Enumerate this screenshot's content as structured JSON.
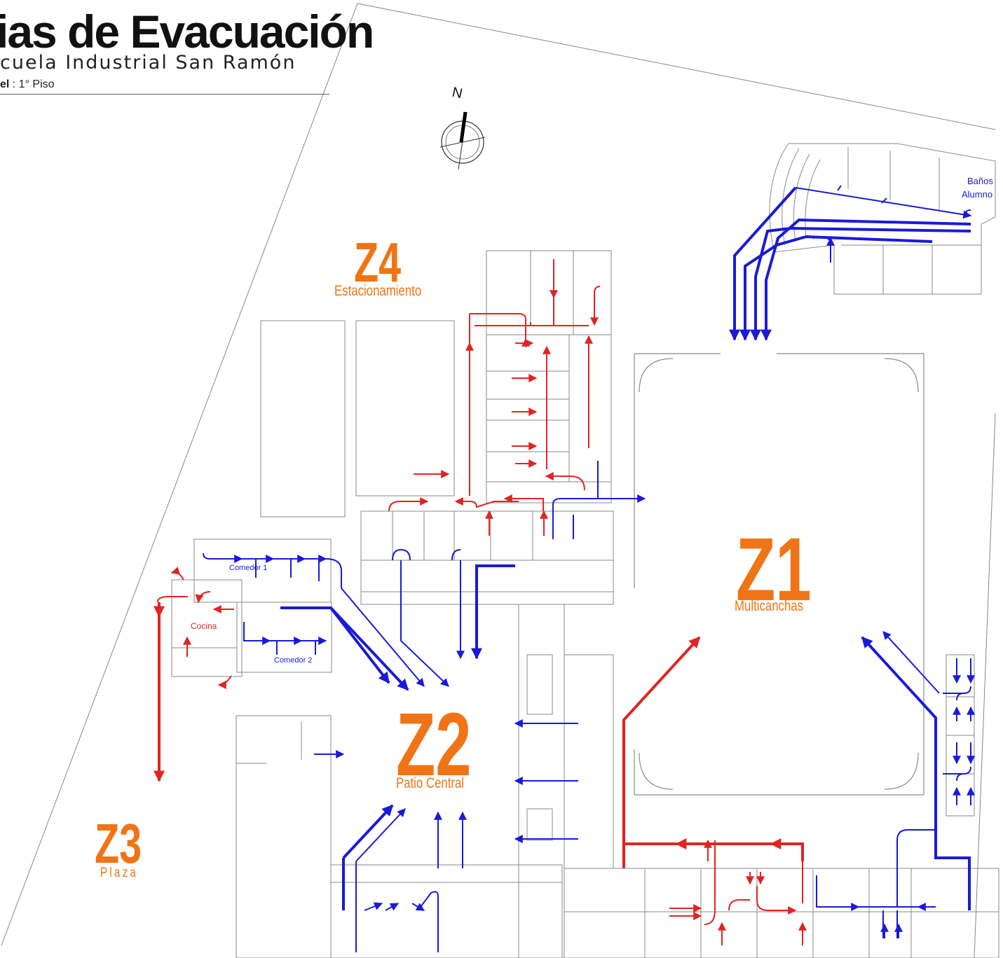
{
  "title": {
    "main": "ias de Evacuación",
    "subtitle": "cuela Industrial San Ramón",
    "level_label": "el",
    "level_value": " : 1° Piso"
  },
  "compass": {
    "label": "N"
  },
  "zones": [
    {
      "code": "Z1",
      "name": "Multicanchas"
    },
    {
      "code": "Z2",
      "name": "Patio Central"
    },
    {
      "code": "Z3",
      "name": "Plaza"
    },
    {
      "code": "Z4",
      "name": "Estacionamiento"
    }
  ],
  "rooms": {
    "comedor_1": "Comedor 1",
    "comedor_2": "Comedor 2",
    "cocina": "Cocina",
    "banos_line1": "Baños",
    "banos_line2": "Alumno"
  },
  "colors": {
    "zone_orange": "#f07415",
    "route_red": "#e02424",
    "route_blue": "#1a1ad8",
    "plan_line": "#7a7a7a"
  }
}
